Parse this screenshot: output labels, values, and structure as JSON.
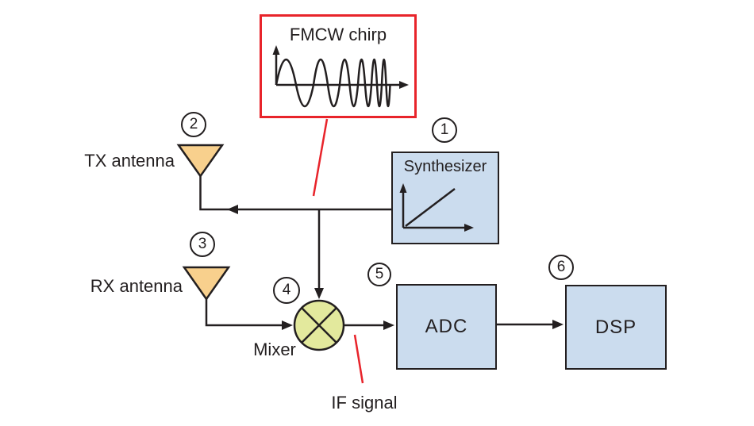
{
  "callouts": {
    "fmcw_chirp": {
      "label": "FMCW chirp"
    },
    "if_signal": {
      "label": "IF signal"
    }
  },
  "blocks": {
    "synthesizer": {
      "number": "1",
      "label": "Synthesizer"
    },
    "tx_antenna": {
      "number": "2",
      "label": "TX antenna"
    },
    "rx_antenna": {
      "number": "3",
      "label": "RX antenna"
    },
    "mixer": {
      "number": "4",
      "label": "Mixer"
    },
    "adc": {
      "number": "5",
      "label": "ADC"
    },
    "dsp": {
      "number": "6",
      "label": "DSP"
    }
  },
  "colors": {
    "block_fill": "#CBDCEE",
    "antenna_fill": "#F8D08D",
    "mixer_fill": "#E3E99D",
    "callout_red": "#E8242B",
    "line": "#231F20"
  }
}
